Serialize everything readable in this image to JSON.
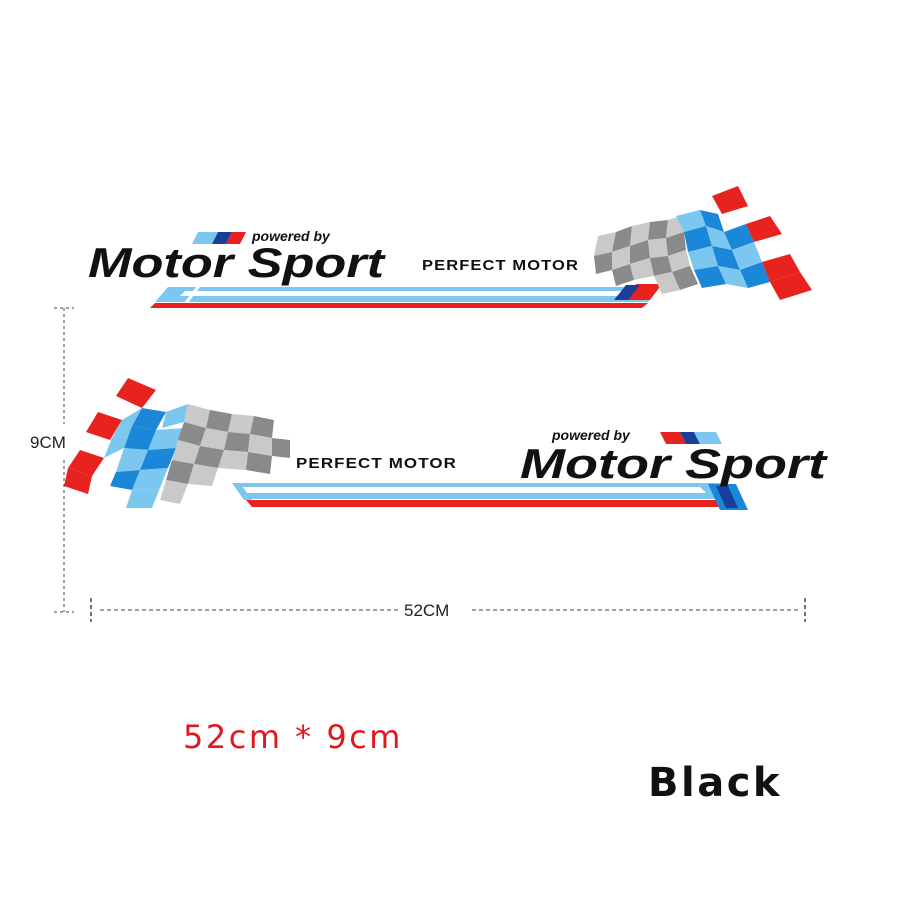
{
  "sticker": {
    "powered_by": "powered by",
    "brand": "Motor Sport",
    "tagline": "PERFECT MOTOR"
  },
  "dimensions": {
    "height_label": "9CM",
    "width_label": "52CM"
  },
  "caption": {
    "size": "52cm * 9cm",
    "color": "Black"
  },
  "colors": {
    "red": "#e8221e",
    "blue": "#1a87d8",
    "light_blue": "#7cc7ef",
    "gray": "#8a8a8a",
    "light_gray": "#c9c9c9",
    "text": "#111111"
  },
  "icons": [
    "checkered-flag-icon",
    "m-stripes-icon"
  ]
}
